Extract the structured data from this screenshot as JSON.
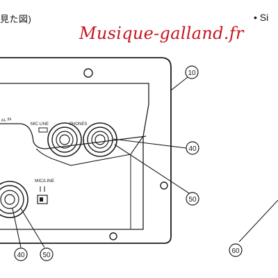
{
  "header": {
    "left_caption": "見た図)",
    "right_caption": "• Si"
  },
  "watermark": "Musique-galland.fr",
  "panel": {
    "labels": {
      "mic_line_upper": "MIC  LINE",
      "phones": "PHONES",
      "mic_line_lower": "MIC/LINE",
      "side_text": "AL IN"
    }
  },
  "callouts": [
    "10",
    "40",
    "50",
    "60",
    "40",
    "50"
  ],
  "colors": {
    "line": "#1a1a1a",
    "watermark": "#c8141e"
  }
}
